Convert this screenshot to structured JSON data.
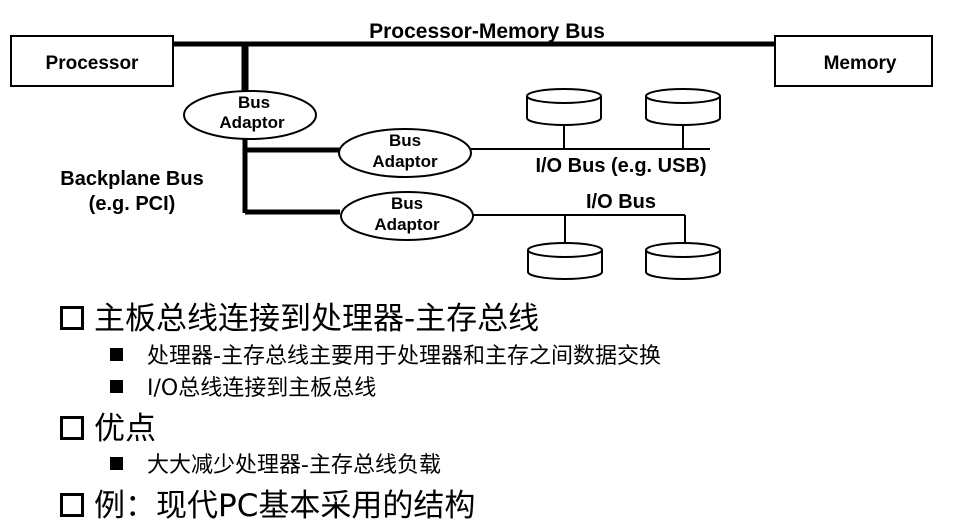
{
  "diagram": {
    "processor": "Processor",
    "memory": "Memory",
    "processor_memory_bus": "Processor-Memory Bus",
    "backplane_bus_line1": "Backplane Bus",
    "backplane_bus_line2": "(e.g. PCI)",
    "adaptor_bus": "Bus",
    "adaptor_name": "Adaptor",
    "io_bus_usb": "I/O Bus (e.g. USB)",
    "io_bus": "I/O Bus"
  },
  "bullets": [
    {
      "text": "主板总线连接到处理器-主存总线",
      "sub": [
        "处理器-主存总线主要用于处理器和主存之间数据交换",
        "I/O总线连接到主板总线"
      ]
    },
    {
      "text": "优点",
      "sub": [
        "大大减少处理器-主存总线负载"
      ]
    },
    {
      "text": "例：现代PC基本采用的结构",
      "sub": []
    }
  ]
}
